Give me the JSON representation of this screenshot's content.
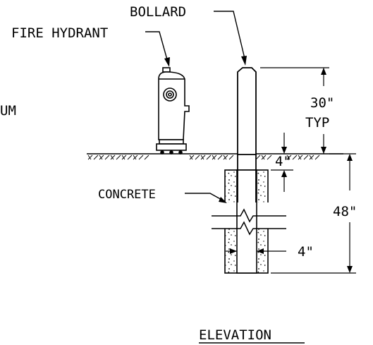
{
  "labels": {
    "bollard": "BOLLARD",
    "fire_hydrant": "FIRE HYDRANT",
    "partial_left": "UM",
    "dim_30": "30\"",
    "typ": "TYP",
    "dim_4_top": "4\"",
    "concrete": "CONCRETE",
    "dim_48": "48\"",
    "dim_4_bottom": "4\"",
    "view_title": "ELEVATION"
  },
  "colors": {
    "line": "#000000",
    "background": "#ffffff"
  }
}
